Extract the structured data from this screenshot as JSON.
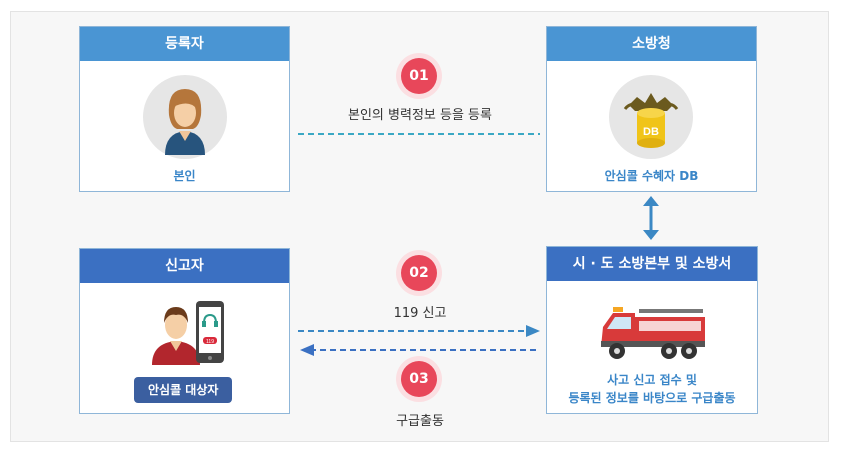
{
  "registrant": {
    "header": "등록자",
    "label": "본인"
  },
  "fire_agency": {
    "header": "소방청",
    "label": "안심콜 수혜자 DB",
    "db_text": "DB"
  },
  "reporter": {
    "header": "신고자",
    "label": "안심콜 대상자",
    "phone_text": "119"
  },
  "regional": {
    "header": "시 · 도 소방본부 및 소방서",
    "label_line1": "사고 신고 접수 및",
    "label_line2": "등록된 정보를 바탕으로 구급출동"
  },
  "steps": [
    {
      "num": "01",
      "text": "본인의 병력정보 등을 등록"
    },
    {
      "num": "02",
      "text": "119 신고"
    },
    {
      "num": "03",
      "text": "구급출동"
    }
  ],
  "colors": {
    "accent_light": "#4a95d3",
    "accent_dark": "#3b70c2",
    "step": "#e8475a",
    "arrow": "#3b88c4"
  }
}
